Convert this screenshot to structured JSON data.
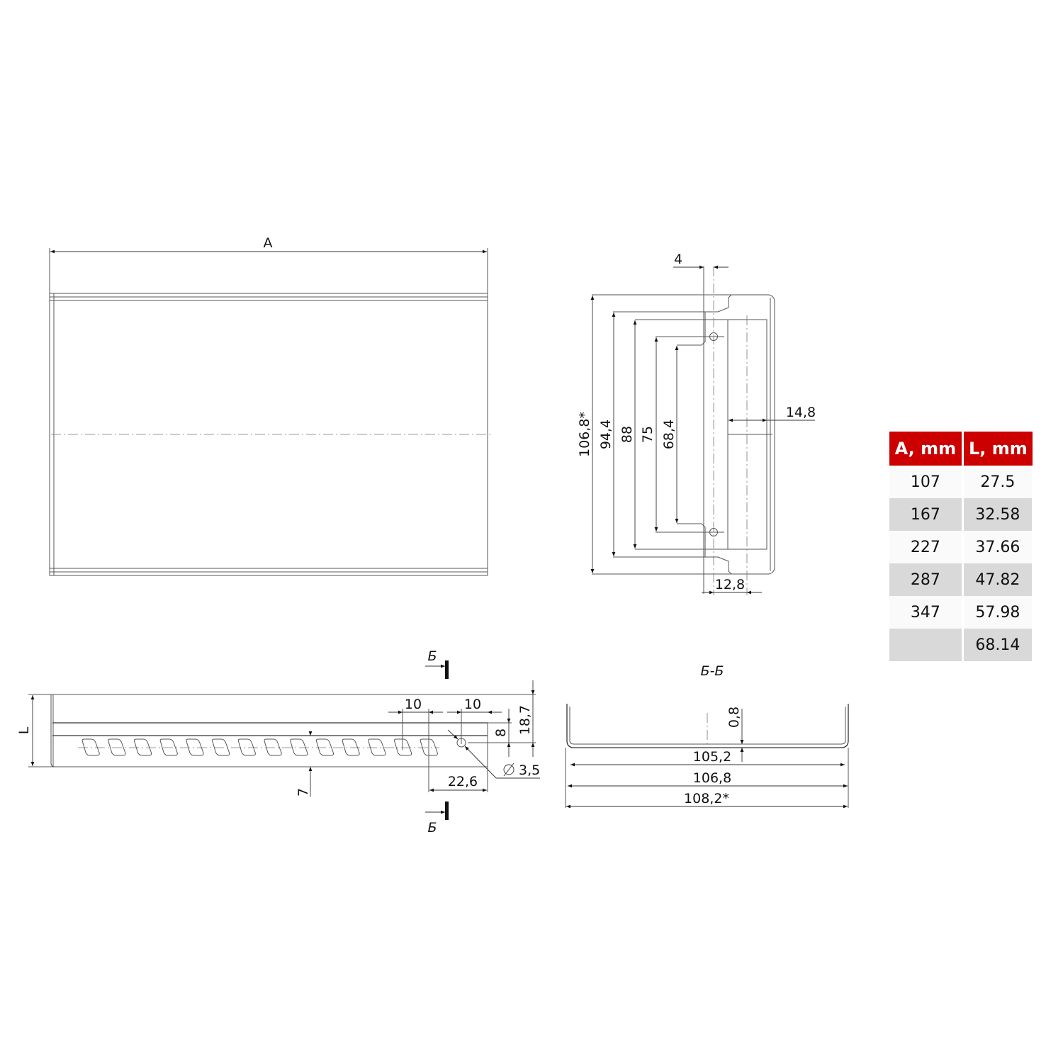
{
  "top_view": {
    "dim_a": "A"
  },
  "side_view": {
    "dim_4": "4",
    "dim_106_8": "106,8*",
    "dim_94_4": "94,4",
    "dim_88": "88",
    "dim_75": "75",
    "dim_68_4": "68,4",
    "dim_14_8": "14,8",
    "dim_12_8": "12,8"
  },
  "front_view": {
    "dim_l": "L",
    "dim_10a": "10",
    "dim_10b": "10",
    "dim_8": "8",
    "dim_18_7": "18,7",
    "dim_7": "7",
    "dim_3_5": "3,5",
    "dim_22_6": "22,6",
    "section_mark_top": "Б",
    "section_mark_bottom": "Б",
    "slot_count": 14
  },
  "section_view": {
    "title": "Б-Б",
    "dim_0_8": "0,8",
    "dim_105_2": "105,2",
    "dim_106_8": "106,8",
    "dim_108_2": "108,2*"
  },
  "table": {
    "headers": [
      "A, mm",
      "L, mm"
    ],
    "rows": [
      [
        "107",
        "27.5"
      ],
      [
        "167",
        "32.58"
      ],
      [
        "227",
        "37.66"
      ],
      [
        "287",
        "47.82"
      ],
      [
        "347",
        "57.98"
      ],
      [
        "",
        "68.14"
      ]
    ],
    "header_color": "#cc0000"
  }
}
